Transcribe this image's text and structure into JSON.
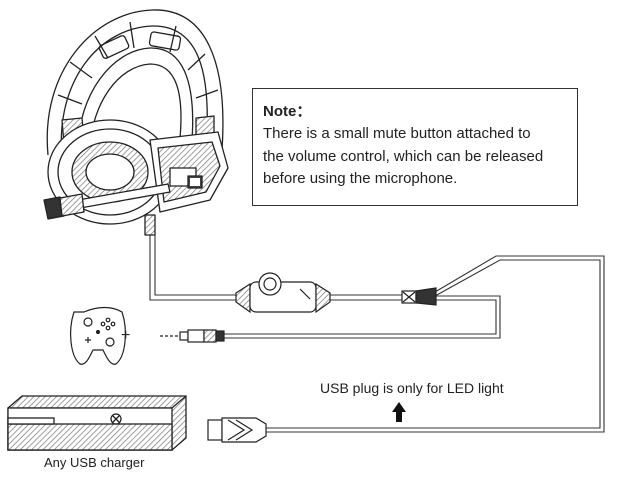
{
  "note": {
    "title": "Note：",
    "lines": [
      "There is a small mute button attached to",
      "the volume control, which can be released",
      "before using the microphone."
    ]
  },
  "usb_note": "USB plug is only for LED light",
  "charger_label": "Any USB charger",
  "plus": "+",
  "icons": {
    "headset": "headset-icon",
    "controller": "game-controller-icon",
    "audio_plug": "audio-jack-icon",
    "volume_control": "inline-volume-control-icon",
    "console": "xbox-console-icon",
    "usb_plug": "usb-plug-icon",
    "arrow": "up-arrow-icon"
  }
}
